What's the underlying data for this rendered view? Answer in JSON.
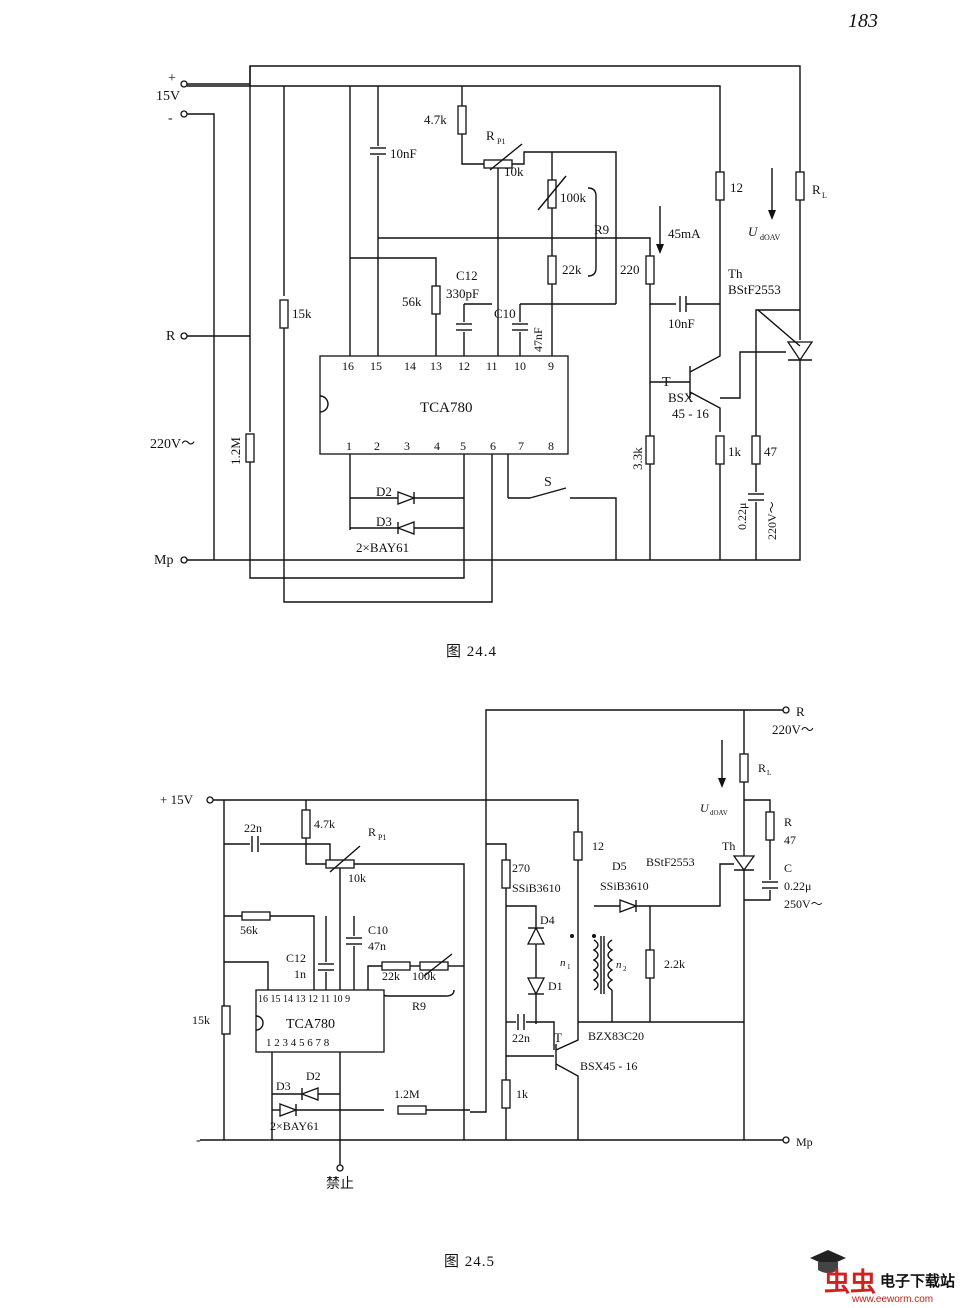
{
  "page_number": "183",
  "figure1": {
    "caption": "图 24.4",
    "ic": {
      "name": "TCA780",
      "pins_top": [
        "16",
        "15",
        "14",
        "13",
        "12",
        "11",
        "10",
        "9"
      ],
      "pins_bottom": [
        "1",
        "2",
        "3",
        "4",
        "5",
        "6",
        "7",
        "8"
      ]
    },
    "labels": {
      "supply_plus": "+",
      "supply_minus": "-",
      "supply": "15V",
      "r_terminal": "R",
      "ac": "220V～",
      "mp": "Mp",
      "r_1_2m": "1.2M",
      "r_15k": "15k",
      "c_10nf": "10nF",
      "r_4_7k": "4.7k",
      "rp1": "R",
      "rp1_sub": "P1",
      "rp1_val": "10k",
      "r_100k": "100k",
      "r9": "R9",
      "r_22k": "22k",
      "r_56k": "56k",
      "c12": "C12",
      "c12_val": "330pF",
      "c10": "C10",
      "c10_val": "47nF",
      "i_45ma": "45mA",
      "r_220": "220",
      "r_12": "12",
      "udav": "U",
      "udav_sub": "dOAV",
      "rl": "R",
      "rl_sub": "L",
      "th": "Th",
      "th_type": "BStF2553",
      "c_10nf_b": "10nF",
      "t": "T",
      "t_type1": "BSX",
      "t_type2": "45 - 16",
      "r_3_3k": "3.3k",
      "r_1k": "1k",
      "r_47": "47",
      "c_022": "0.22μ",
      "ac2": "220V～",
      "d2": "D2",
      "d3": "D3",
      "diodes": "2×BAY61",
      "s": "S"
    }
  },
  "figure2": {
    "caption": "图 24.5",
    "ic": {
      "name": "TCA780",
      "pins_top": "16 15 14 13 12 11 10 9",
      "pins_bottom": "1 2 3 4 5 6 7 8"
    },
    "labels": {
      "r_terminal": "R",
      "ac": "220V～",
      "supply": "+ 15V",
      "c_22n": "22n",
      "r_4_7k": "4.7k",
      "rp1": "R",
      "rp1_sub": "P1",
      "rp1_val": "10k",
      "r_56k": "56k",
      "c12": "C12",
      "c12_val": "1n",
      "c10": "C10",
      "c10_val": "47n",
      "r_22k": "22k",
      "r_100k": "100k",
      "r9": "R9",
      "r_15k": "15k",
      "d3": "D3",
      "d2": "D2",
      "diodes": "2×BAY61",
      "r_1_2m": "1.2M",
      "inhibit": "禁止",
      "minus": "-",
      "r_270": "270",
      "d4_type": "SSiB3610",
      "d4": "D4",
      "d1": "D1",
      "c_22n_b": "22n",
      "r_1k": "1k",
      "t": "T",
      "t_type": "BSX45 - 16",
      "zener": "BZX83C20",
      "r_12": "12",
      "d5": "D5",
      "d5_type": "SSiB3610",
      "n1": "n",
      "n1_sub": "1",
      "n2": "n",
      "n2_sub": "2",
      "r_2_2k": "2.2k",
      "th_type": "BStF2553",
      "th": "Th",
      "rl": "R",
      "rl_sub": "L",
      "udav": "U",
      "udav_sub": "dOAV",
      "r": "R",
      "r_47": "47",
      "c": "C",
      "c_022": "0.22μ",
      "c_250v": "250V～",
      "mp": "Mp"
    }
  },
  "watermark": {
    "logo_text": "虫虫",
    "site_name": "电子下载站",
    "url": "www.eeworm.com"
  }
}
